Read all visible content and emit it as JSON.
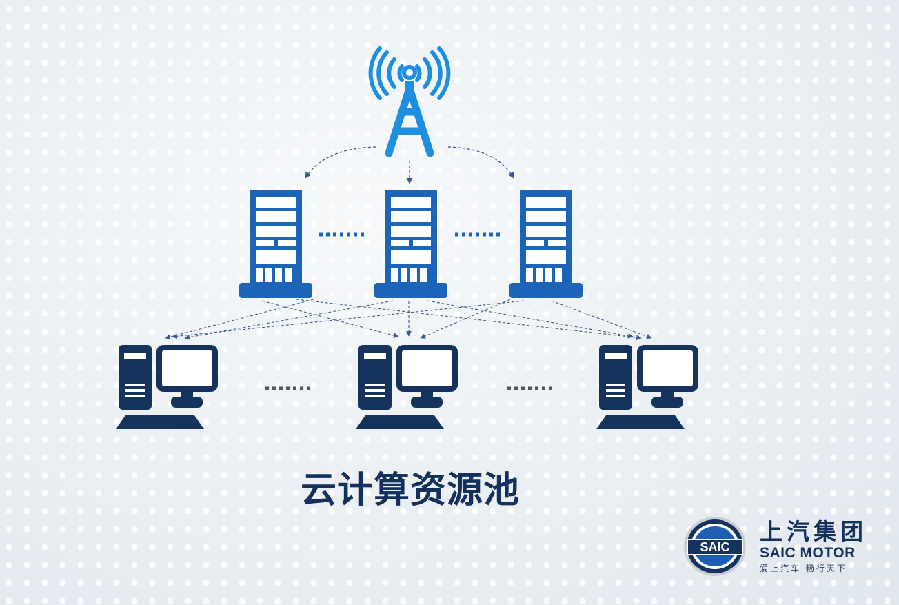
{
  "title": "云计算资源池",
  "logo": {
    "emblem_text": "SAIC",
    "brand_cn": "上汽集团",
    "brand_en": "SAIC MOTOR",
    "slogan": "爱上汽车 畅行天下"
  },
  "colors": {
    "tower": "#1e8ee0",
    "server": "#1b64b8",
    "pc": "#16335e",
    "connector": "#3a5a8c",
    "title": "#13315c"
  },
  "icons": {
    "tower": "signal-tower-icon",
    "server": "server-rack-icon",
    "pc": "desktop-computer-icon"
  }
}
